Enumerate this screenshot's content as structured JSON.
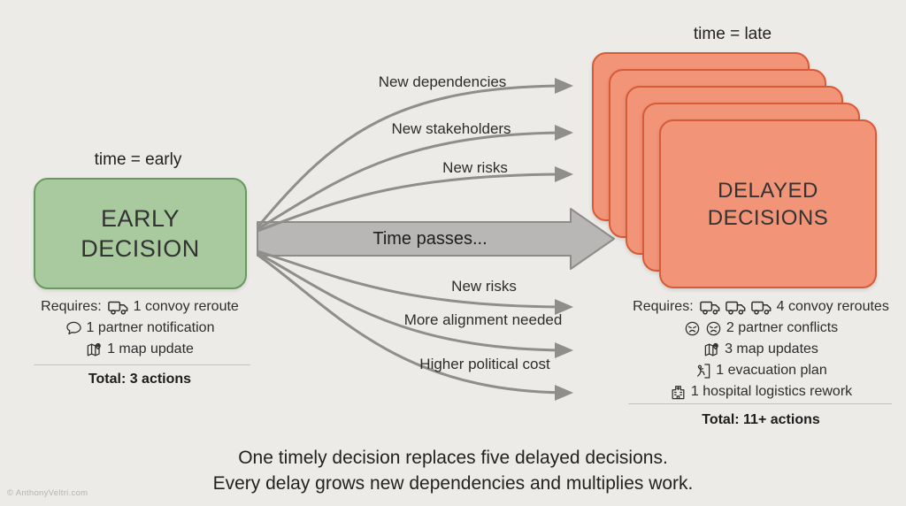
{
  "page": {
    "background": "#ecebe8",
    "watermark": "© AnthonyVeltri.com"
  },
  "early": {
    "time_label": "time = early",
    "title_line1": "EARLY",
    "title_line2": "DECISION",
    "requires_label": "Requires:",
    "items": [
      {
        "icon": "truck-icon",
        "label": "1 convoy reroute"
      },
      {
        "icon": "speech-bubble-icon",
        "label": "1 partner notification"
      },
      {
        "icon": "map-icon",
        "label": "1 map update"
      }
    ],
    "total": "Total: 3 actions",
    "colors": {
      "fill": "#a8ca9e",
      "border": "#699960"
    }
  },
  "delayed": {
    "time_label": "time = late",
    "title_line1": "DELAYED",
    "title_line2": "DECISIONS",
    "requires_label": "Requires:",
    "card_count": 5,
    "items": [
      {
        "icons": [
          "truck-icon",
          "truck-icon",
          "truck-icon"
        ],
        "label": "4 convoy reroutes"
      },
      {
        "icons": [
          "angry-face-icon",
          "angry-face-icon"
        ],
        "label": "2 partner conflicts"
      },
      {
        "icons": [
          "map-icon"
        ],
        "label": "3 map updates"
      },
      {
        "icons": [
          "evacuation-icon"
        ],
        "label": "1 evacuation plan"
      },
      {
        "icons": [
          "hospital-icon"
        ],
        "label": "1 hospital logistics rework"
      }
    ],
    "total": "Total: 11+ actions",
    "colors": {
      "fill": "#f29478",
      "border": "#d85a37"
    }
  },
  "flow": {
    "time_arrow_label": "Time passes...",
    "top_labels": [
      "New dependencies",
      "New stakeholders",
      "New risks"
    ],
    "bottom_labels": [
      "New risks",
      "More alignment needed",
      "Higher political cost"
    ],
    "arrow_color": "#8f8e8c",
    "big_arrow_fill": "#b8b7b5"
  },
  "summary": {
    "line1": "One timely decision replaces five delayed decisions.",
    "line2": "Every delay grows new dependencies and multiplies work."
  }
}
